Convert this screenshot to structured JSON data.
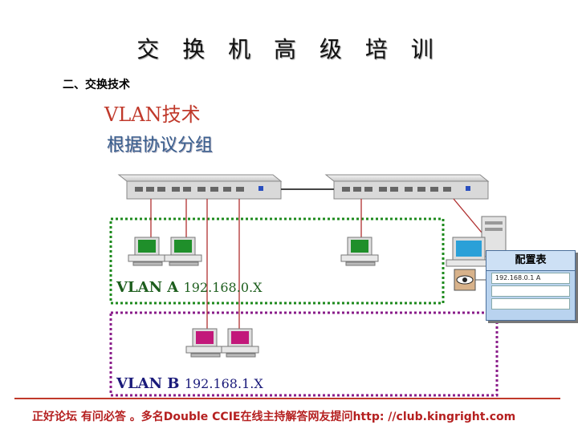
{
  "title": "交 换 机 高 级 培 训",
  "section": "二、交换技术",
  "heading1": "VLAN技术",
  "heading2": "根据协议分组",
  "vlans": [
    {
      "name": "VLAN A",
      "subnet": "192.168.0.X",
      "color": "#1d8a1d"
    },
    {
      "name": "VLAN B",
      "subnet": "192.168.1.X",
      "color": "#8a1d8a"
    }
  ],
  "config_table": {
    "title": "配置表",
    "rows": [
      "192.168.0.1  A",
      "",
      ""
    ]
  },
  "footer": "正好论坛 有问必答 。多名Double CCIE在线主持解答网友提问http: //club.kingright.com",
  "colors": {
    "accent": "#c0392b",
    "pc_screen_a": "#1f8f2a",
    "pc_screen_b": "#c2187a"
  }
}
